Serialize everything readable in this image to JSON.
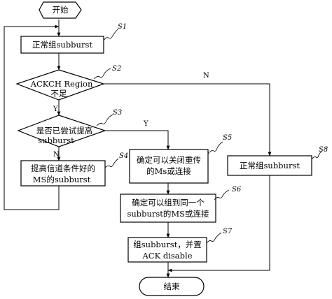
{
  "nodes": {
    "start": "开始",
    "s1": "正常组subburst",
    "d1_line1": "ACKCH Region",
    "d1_line2": "不足",
    "d2_line1": "是否已尝试提高",
    "d2_line2": "subburst",
    "s4_line1": "提高信道条件好的",
    "s4_line2": "MS的subburst",
    "s5_line1": "确定可以关闭重传",
    "s5_line2": "的Ms或连接",
    "s6_line1": "确定可以组到同一个",
    "s6_line2": "subburst的MS或连接",
    "s7_line1": "组subburst，并置",
    "s7_line2": "ACK disable",
    "s8": "正常组subburst",
    "end": "结束"
  },
  "steps": {
    "s1": "S1",
    "s2": "S2",
    "s3": "S3",
    "s4": "S4",
    "s5": "S5",
    "s6": "S6",
    "s7": "S7",
    "s8": "S8"
  },
  "branches": {
    "d1_no": "N",
    "d1_yes": "Y",
    "d2_yes": "Y",
    "d2_no": "N"
  }
}
